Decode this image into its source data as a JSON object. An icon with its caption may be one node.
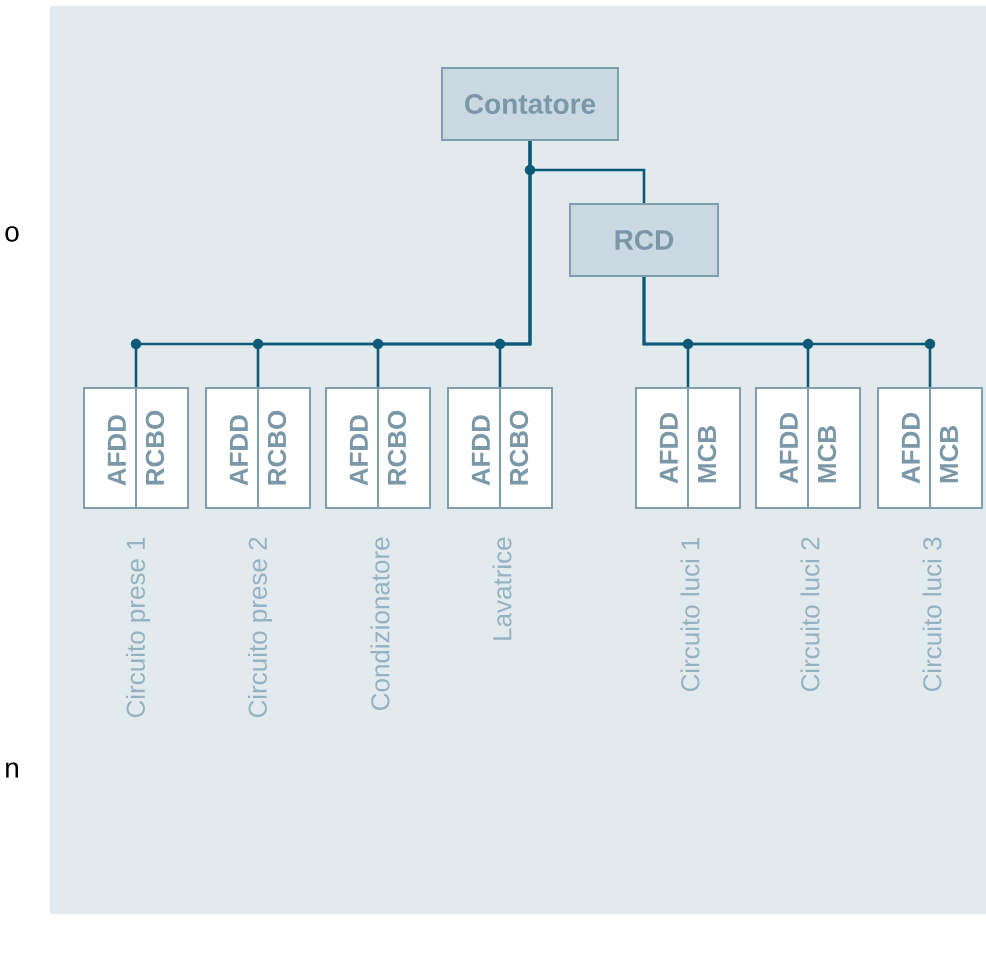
{
  "diagram": {
    "nodes": [
      {
        "text": [
          "Contatore"
        ]
      },
      {
        "text": [
          "RCD"
        ]
      },
      {
        "text": [
          "AFDD",
          "RCBO"
        ],
        "beside": [
          "Circuito prese 1"
        ]
      },
      {
        "text": [
          "AFDD",
          "RCBO"
        ],
        "beside": [
          "Circuito prese  2"
        ]
      },
      {
        "text": [
          "AFDD",
          "RCBO"
        ],
        "beside": [
          "Condizionatore"
        ]
      },
      {
        "text": [
          "AFDD",
          "RCBO"
        ],
        "beside": [
          "Lavatrice"
        ]
      },
      {
        "text": [
          "AFDD",
          "MCB"
        ],
        "beside": [
          "Circuito luci 1"
        ]
      },
      {
        "text": [
          "AFDD",
          "MCB"
        ],
        "beside": [
          "Circuito luci 2"
        ]
      },
      {
        "text": [
          "AFDD",
          "MCB"
        ],
        "beside": [
          "Circuito luci 3"
        ]
      }
    ],
    "edges": [
      {
        "from": 0,
        "to": 1,
        "arrow": "none"
      },
      {
        "from": 0,
        "to": 2,
        "arrow": "none"
      },
      {
        "from": 0,
        "to": 3,
        "arrow": "none"
      },
      {
        "from": 0,
        "to": 4,
        "arrow": "none"
      },
      {
        "from": 0,
        "to": 5,
        "arrow": "none"
      },
      {
        "from": 1,
        "to": 6,
        "arrow": "none"
      },
      {
        "from": 1,
        "to": 7,
        "arrow": "none"
      },
      {
        "from": 1,
        "to": 8,
        "arrow": "none"
      }
    ],
    "labels": [
      "o",
      "n"
    ]
  }
}
